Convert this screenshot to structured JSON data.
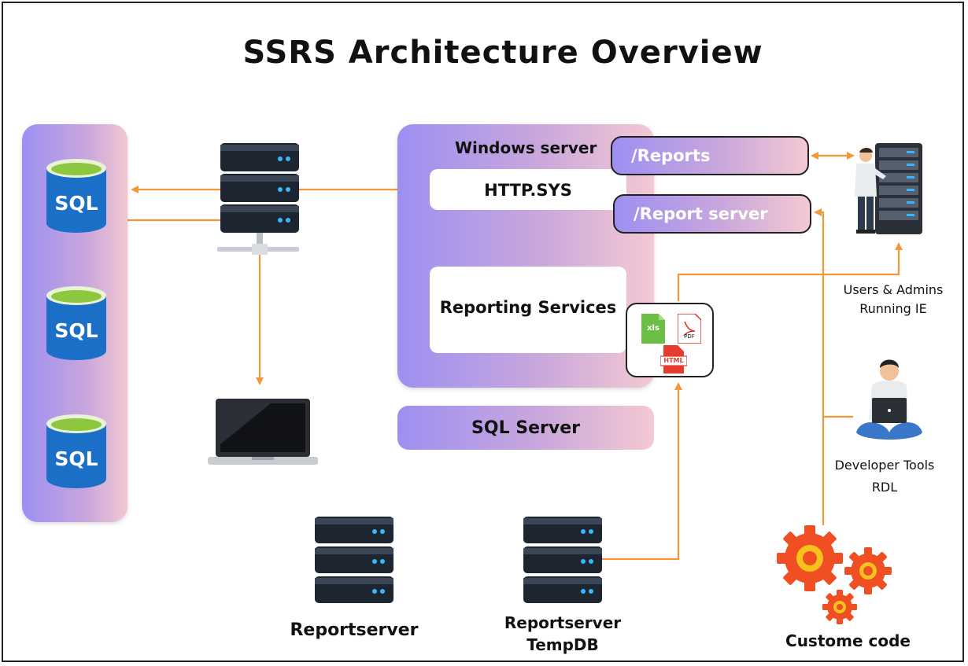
{
  "title": "SSRS Architecture Overview",
  "databases": [
    {
      "label": "SQL"
    },
    {
      "label": "SQL"
    },
    {
      "label": "SQL"
    }
  ],
  "windows_server": {
    "label": "Windows server",
    "http_sys": "HTTP.SYS",
    "reporting_services": "Reporting Services"
  },
  "urls": {
    "reports": "/Reports",
    "report_server": "/Report server"
  },
  "sql_server": "SQL Server",
  "file_icons": {
    "xls": "xls",
    "pdf": "PDF",
    "html": "HTML"
  },
  "users": {
    "line1": "Users & Admins",
    "line2": "Running IE"
  },
  "developer": {
    "line1": "Developer Tools",
    "line2": "RDL"
  },
  "reportserver": "Reportserver",
  "reportserver_tempdb": {
    "line1": "Reportserver",
    "line2": "TempDB"
  },
  "custom_code": "Custome code",
  "colors": {
    "arrow": "#f2973a",
    "gradient_start": "#9d8ff2",
    "gradient_end": "#f4c9d3",
    "db_blue": "#1b6fc6",
    "db_top": "#8dc63f",
    "gear_red": "#f04e23",
    "gear_orange": "#f7941d"
  }
}
